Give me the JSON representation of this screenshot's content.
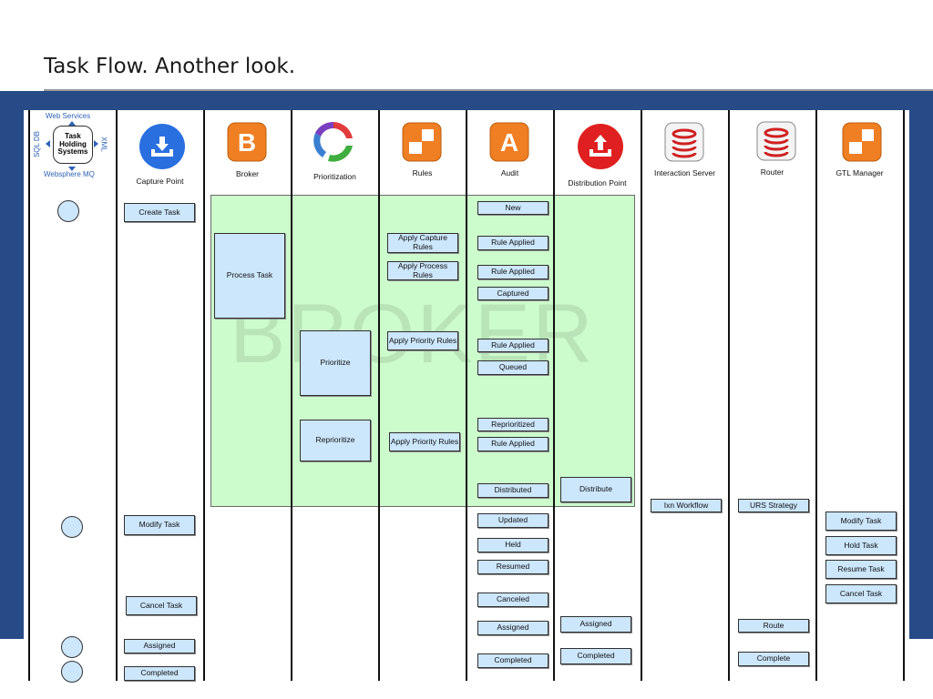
{
  "slide": {
    "title": "Task Flow. Another look."
  },
  "watermark": "BROKER",
  "source": {
    "web_services": "Web Services",
    "sql_db": "SQL DB",
    "xml": "XML",
    "websphere_mq": "Websphere MQ",
    "task_holding_systems": "Task Holding Systems"
  },
  "lanes": [
    {
      "key": "capture",
      "label": "Capture Point",
      "icon": "download-tray-icon",
      "color": "#2a6fe0"
    },
    {
      "key": "broker",
      "label": "Broker",
      "icon": "broker-b-icon",
      "color": "#ef7f22"
    },
    {
      "key": "prioritization",
      "label": "Prioritization",
      "icon": "cycle-arrows-icon",
      "color": "#3a7fd0"
    },
    {
      "key": "rules",
      "label": "Rules",
      "icon": "rules-blocks-icon",
      "color": "#ef7f22"
    },
    {
      "key": "audit",
      "label": "Audit",
      "icon": "audit-a-icon",
      "color": "#ef7f22"
    },
    {
      "key": "distribution",
      "label": "Distribution Point",
      "icon": "upload-tray-icon",
      "color": "#e02020"
    },
    {
      "key": "interaction",
      "label": "Interaction Server",
      "icon": "database-icon",
      "color": "#d02020"
    },
    {
      "key": "router",
      "label": "Router",
      "icon": "database-icon",
      "color": "#d02020"
    },
    {
      "key": "gtl",
      "label": "GTL Manager",
      "icon": "gtl-blocks-icon",
      "color": "#ef7f22"
    }
  ],
  "capture_boxes": [
    "Create Task",
    "Modify Task",
    "Cancel Task",
    "Assigned",
    "Completed"
  ],
  "broker_boxes": [
    "Process Task"
  ],
  "prioritization_boxes": [
    "Prioritize",
    "Reprioritize"
  ],
  "rules_boxes": [
    "Apply Capture Rules",
    "Apply Process Rules",
    "Apply Priority Rules",
    "Apply Priority Rules"
  ],
  "audit_boxes": [
    "New",
    "Rule Applied",
    "Rule Applied",
    "Captured",
    "Rule Applied",
    "Queued",
    "Reprioritized",
    "Rule Applied",
    "Distributed",
    "Updated",
    "Held",
    "Resumed",
    "Canceled",
    "Assigned",
    "Completed"
  ],
  "distribution_boxes": [
    "Distribute",
    "Assigned",
    "Completed"
  ],
  "interaction_boxes": [
    "Ixn Workflow"
  ],
  "router_boxes": [
    "URS Strategy",
    "Route",
    "Complete"
  ],
  "gtl_boxes": [
    "Modify Task",
    "Hold Task",
    "Resume Task",
    "Cancel Task"
  ]
}
